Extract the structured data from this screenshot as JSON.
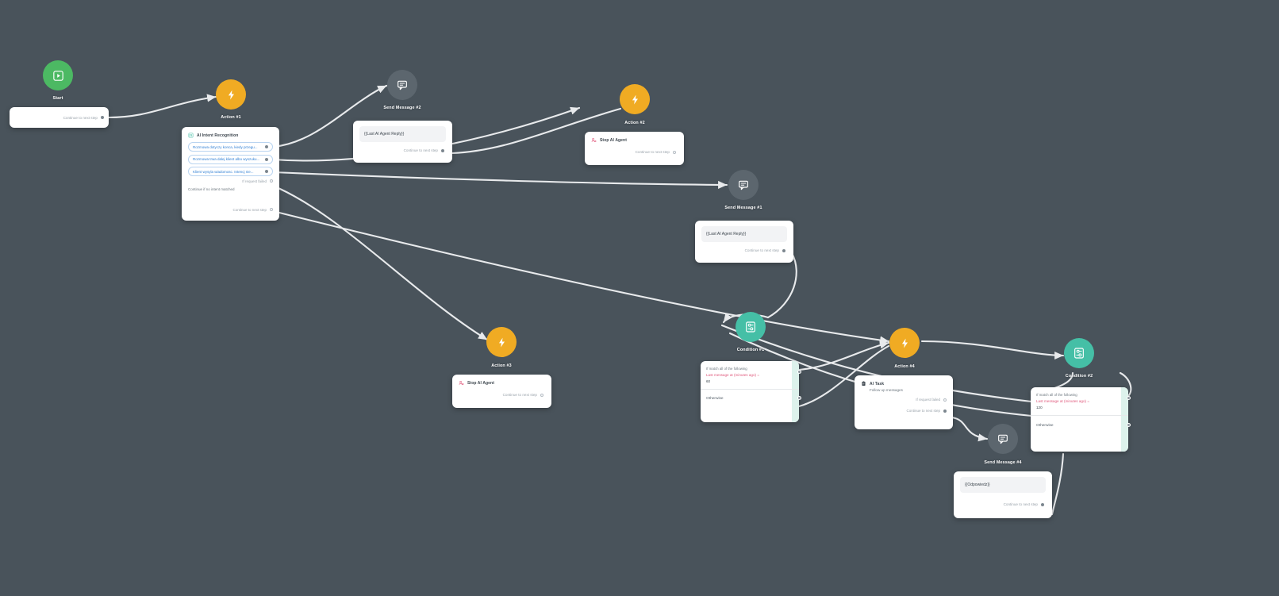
{
  "canvas": {
    "background": "#49535b",
    "edge_color": "#e8eaec",
    "title": "AI Agent Workflow Canvas"
  },
  "palette": {
    "start": "#4cb963",
    "action": "#f0ab23",
    "message": "#5c666e",
    "condition": "#45bfa6",
    "card_bg": "#ffffff",
    "chip_text": "#2f7fd4",
    "expr_text": "#e05a7d",
    "muted_text": "#9aa3ab"
  },
  "common": {
    "continue_label": "Continue to next step",
    "if_request_failed": "If request failed",
    "continue_no_intent": "Continue if no intent matched",
    "match_all": "If match all of the following",
    "otherwise": "Otherwise"
  },
  "nodes": [
    {
      "id": "start",
      "label": "Start",
      "type": "start",
      "icon": "play-icon",
      "card": {
        "kind": "simple",
        "continue_label": "Continue to next step"
      }
    },
    {
      "id": "action1",
      "label": "Action #1",
      "type": "action",
      "icon": "lightning-icon",
      "card": {
        "kind": "intent",
        "header": "AI Intent Recognition",
        "header_icon": "intent-icon",
        "intents": [
          "Rozmowa dotyczy konca, kiedy przegu...",
          "Rozmowa trwa dalej klient albo wyszuku...",
          "Klient wysyla wiadomosc. Intencj nie..."
        ],
        "if_request_failed": "If request failed",
        "no_intent_label": "Continue if no intent matched",
        "continue_label": "Continue to next step"
      }
    },
    {
      "id": "send2",
      "label": "Send Message #2",
      "type": "message",
      "icon": "chat-icon",
      "card": {
        "kind": "message",
        "body": "{{Last AI Agent Reply}}",
        "continue_label": "Continue to next step"
      }
    },
    {
      "id": "action2",
      "label": "Action #2",
      "type": "action",
      "icon": "lightning-icon",
      "card": {
        "kind": "task",
        "header": "Stop AI Agent",
        "header_icon": "stop-agent-icon",
        "continue_label": "Continue to next step"
      }
    },
    {
      "id": "send1",
      "label": "Send Message #1",
      "type": "message",
      "icon": "chat-icon",
      "card": {
        "kind": "message",
        "body": "{{Last AI Agent Reply}}",
        "continue_label": "Continue to next step"
      }
    },
    {
      "id": "action3",
      "label": "Action #3",
      "type": "action",
      "icon": "lightning-icon",
      "card": {
        "kind": "task",
        "header": "Stop AI Agent",
        "header_icon": "stop-agent-icon",
        "continue_label": "Continue to next step"
      }
    },
    {
      "id": "cond1",
      "label": "Condition #1",
      "type": "condition",
      "icon": "condition-icon",
      "card": {
        "kind": "condition",
        "match_label": "If match all of the following",
        "expression": "Last message at (minutes ago) =",
        "value": "60",
        "otherwise": "Otherwise"
      }
    },
    {
      "id": "action4",
      "label": "Action #4",
      "type": "action",
      "icon": "lightning-icon",
      "card": {
        "kind": "aitask",
        "header": "AI Task",
        "header_icon": "ai-task-icon",
        "subtitle": "Follow up messages",
        "if_request_failed": "If request failed",
        "continue_label": "Continue to next step"
      }
    },
    {
      "id": "cond2",
      "label": "Condition #2",
      "type": "condition",
      "icon": "condition-icon",
      "card": {
        "kind": "condition",
        "match_label": "If match all of the following",
        "expression": "Last message at (minutes ago) =",
        "value": "120",
        "otherwise": "Otherwise"
      }
    },
    {
      "id": "send4",
      "label": "Send Message #4",
      "type": "message",
      "icon": "chat-icon",
      "card": {
        "kind": "message",
        "body": "{{Odpowiedz}}",
        "continue_label": "Continue to next step"
      }
    }
  ]
}
